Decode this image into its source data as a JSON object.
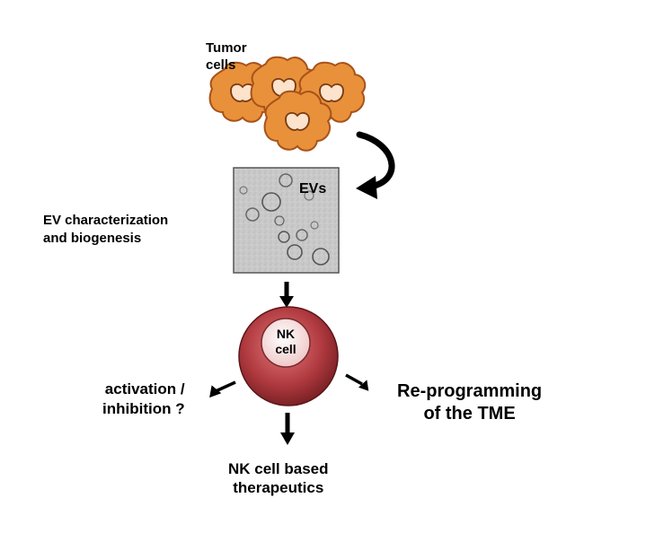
{
  "diagram": {
    "tumor_label_lines": [
      "Tumor",
      "cells"
    ],
    "evs_label": "EVs",
    "ev_characterization_lines": [
      "EV characterization",
      "and biogenesis"
    ],
    "nk_cell_lines": [
      "NK",
      "cell"
    ],
    "activation_lines": [
      "activation /",
      "inhibition ?"
    ],
    "reprogramming_lines": [
      "Re-programming",
      "of the TME"
    ],
    "nk_therapeutics_lines": [
      "NK cell based",
      "therapeutics"
    ]
  },
  "colors": {
    "tumor_fill": "#e8913a",
    "tumor_outline": "#a8521a",
    "tumor_nucleus": "#fde3cc",
    "micrograph_bg": "#c7c7c7",
    "nk_outer": "#b03a3f",
    "nk_inner": "#f7dcdc",
    "arrow": "#000000"
  }
}
